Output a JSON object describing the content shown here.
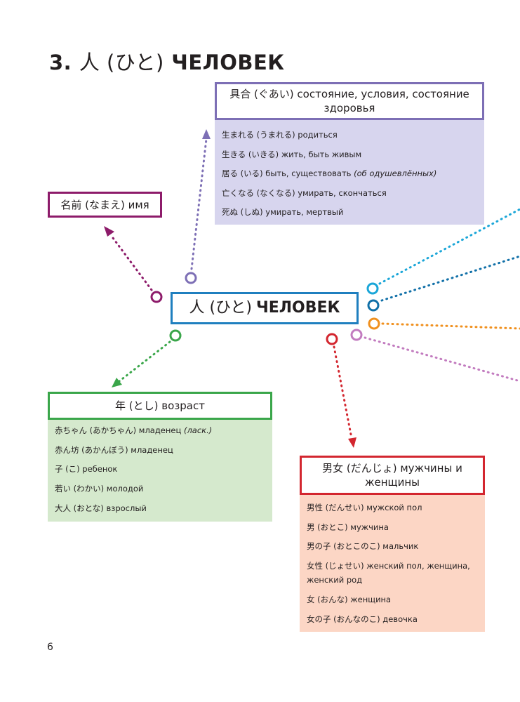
{
  "title": {
    "number": "3.",
    "kanji": "人 (ひと)",
    "word": "ЧЕЛОВЕК"
  },
  "center": {
    "kanji": "人 (ひと)",
    "word": "ЧЕЛОВЕК"
  },
  "name_node": {
    "label": "名前 (なまえ) имя"
  },
  "condition": {
    "label": "具合 (ぐあい) состояние, условия, состояние здоровья",
    "items": [
      {
        "text": "生まれる (うまれる) родиться"
      },
      {
        "text": "生きる (いきる) жить, быть живым"
      },
      {
        "text": "居る (いる) быть, существовать ",
        "note": "(об одушевлённых)"
      },
      {
        "text": "亡くなる (なくなる) умирать, скончаться"
      },
      {
        "text": "死ぬ (しぬ) умирать, мертвый"
      }
    ]
  },
  "age": {
    "label": "年 (とし) возраст",
    "items": [
      {
        "text": "赤ちゃん (あかちゃん) младенец ",
        "note": "(ласк.)"
      },
      {
        "text": "赤ん坊 (あかんぼう) младенец"
      },
      {
        "text": "子 (こ) ребенок"
      },
      {
        "text": "若い (わかい) молодой"
      },
      {
        "text": "大人 (おとな) взрослый"
      }
    ]
  },
  "gender": {
    "label": "男女 (だんじょ) мужчины и женщины",
    "items": [
      {
        "text": "男性 (だんせい) мужской пол"
      },
      {
        "text": "男 (おとこ) мужчина"
      },
      {
        "text": "男の子 (おとこのこ) мальчик"
      },
      {
        "text": "女性 (じょせい) женский пол, женщина,"
      },
      {
        "text": "женский род"
      },
      {
        "text": "女 (おんな) женщина"
      },
      {
        "text": "女の子 (おんなのこ) девочка"
      }
    ]
  },
  "page_number": "6",
  "colors": {
    "purple": "#7d6fb5",
    "magenta": "#8d1b6a",
    "blue": "#1f7fbf",
    "green": "#3aa64a",
    "red": "#d3262f",
    "cyan": "#1aa6d8",
    "darkblue": "#1170a8",
    "orange": "#f0901e",
    "pink": "#c27bbf"
  }
}
